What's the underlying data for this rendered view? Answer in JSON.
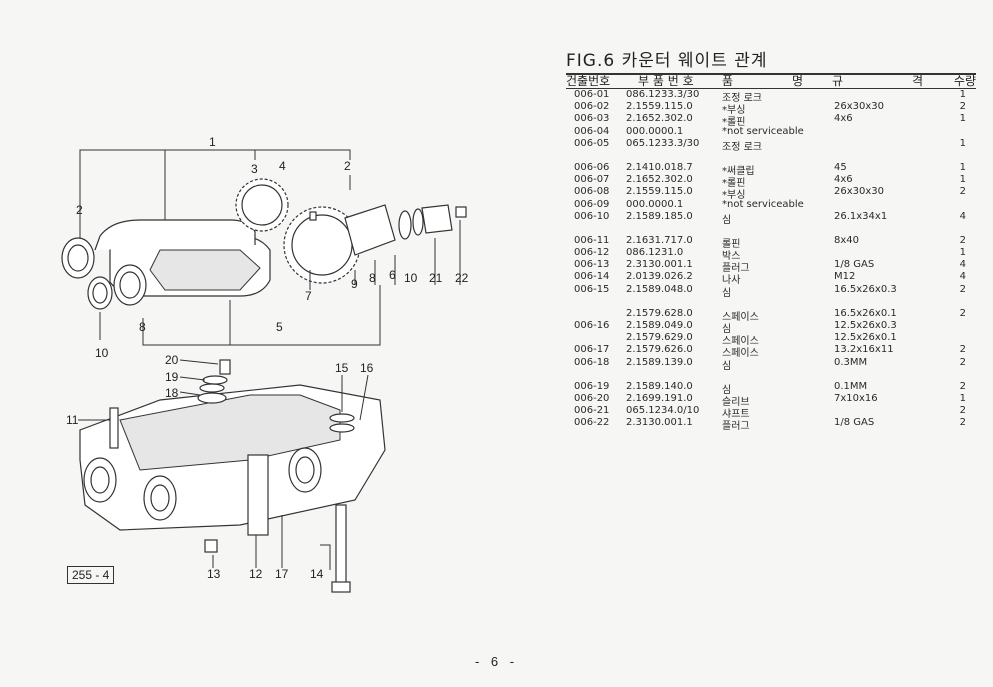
{
  "figure": {
    "title": "FIG.6 카운터 웨이트 관계",
    "ref": "255 - 4",
    "page": "- 6 -"
  },
  "callouts": {
    "c1": "1",
    "c2a": "2",
    "c2b": "2",
    "c3": "3",
    "c4": "4",
    "c5": "5",
    "c6": "6",
    "c7": "7",
    "c8a": "8",
    "c8b": "8",
    "c9": "9",
    "c10a": "10",
    "c10b": "10",
    "c11": "11",
    "c12": "12",
    "c13": "13",
    "c14": "14",
    "c15": "15",
    "c16": "16",
    "c17": "17",
    "c18": "18",
    "c19": "19",
    "c20": "20",
    "c21": "21",
    "c22": "22"
  },
  "table": {
    "headers": {
      "no": "건출번호",
      "pn": "부 품 번 호",
      "name1": "품",
      "name2": "명",
      "spec1": "규",
      "spec2": "격",
      "qty": "수량"
    },
    "group1": [
      {
        "no": "006-01",
        "pn": "086.1233.3/30",
        "name": "조정 로크",
        "spec": "",
        "qty": "1"
      },
      {
        "no": "006-02",
        "pn": "2.1559.115.0",
        "name": "*부싱",
        "spec": "26x30x30",
        "qty": "2"
      },
      {
        "no": "006-03",
        "pn": "2.1652.302.0",
        "name": "*롤핀",
        "spec": "4x6",
        "qty": "1"
      },
      {
        "no": "006-04",
        "pn": "000.0000.1",
        "name": "*not serviceable",
        "spec": "",
        "qty": ""
      },
      {
        "no": "006-05",
        "pn": "065.1233.3/30",
        "name": "조정 로크",
        "spec": "",
        "qty": "1"
      }
    ],
    "group2": [
      {
        "no": "006-06",
        "pn": "2.1410.018.7",
        "name": "*써클립",
        "spec": "45",
        "qty": "1"
      },
      {
        "no": "006-07",
        "pn": "2.1652.302.0",
        "name": "*롤핀",
        "spec": "4x6",
        "qty": "1"
      },
      {
        "no": "006-08",
        "pn": "2.1559.115.0",
        "name": "*부싱",
        "spec": "26x30x30",
        "qty": "2"
      },
      {
        "no": "006-09",
        "pn": "000.0000.1",
        "name": "*not serviceable",
        "spec": "",
        "qty": ""
      },
      {
        "no": "006-10",
        "pn": "2.1589.185.0",
        "name": "심",
        "spec": "26.1x34x1",
        "qty": "4"
      }
    ],
    "group3": [
      {
        "no": "006-11",
        "pn": "2.1631.717.0",
        "name": "롤핀",
        "spec": "8x40",
        "qty": "2"
      },
      {
        "no": "006-12",
        "pn": "086.1231.0",
        "name": "박스",
        "spec": "",
        "qty": "1"
      },
      {
        "no": "006-13",
        "pn": "2.3130.001.1",
        "name": "플러그",
        "spec": "1/8 GAS",
        "qty": "4"
      },
      {
        "no": "006-14",
        "pn": "2.0139.026.2",
        "name": "나사",
        "spec": "M12",
        "qty": "4"
      },
      {
        "no": "006-15",
        "pn": "2.1589.048.0",
        "name": "심",
        "spec": "16.5x26x0.3",
        "qty": "2"
      }
    ],
    "group4": [
      {
        "no": "",
        "pn": "2.1579.628.0",
        "name": "스페이스",
        "spec": "16.5x26x0.1",
        "qty": "2"
      },
      {
        "no": "006-16",
        "pn": "2.1589.049.0",
        "name": "심",
        "spec": "12.5x26x0.3",
        "qty": ""
      },
      {
        "no": "",
        "pn": "2.1579.629.0",
        "name": "스페이스",
        "spec": "12.5x26x0.1",
        "qty": ""
      },
      {
        "no": "006-17",
        "pn": "2.1579.626.0",
        "name": "스페이스",
        "spec": "13.2x16x11",
        "qty": "2"
      },
      {
        "no": "006-18",
        "pn": "2.1589.139.0",
        "name": "심",
        "spec": "0.3MM",
        "qty": "2"
      }
    ],
    "group5": [
      {
        "no": "006-19",
        "pn": "2.1589.140.0",
        "name": "심",
        "spec": "0.1MM",
        "qty": "2"
      },
      {
        "no": "006-20",
        "pn": "2.1699.191.0",
        "name": "슬리브",
        "spec": "7x10x16",
        "qty": "1"
      },
      {
        "no": "006-21",
        "pn": "065.1234.0/10",
        "name": "샤프트",
        "spec": "",
        "qty": "2"
      },
      {
        "no": "006-22",
        "pn": "2.3130.001.1",
        "name": "플러그",
        "spec": "1/8 GAS",
        "qty": "2"
      }
    ]
  }
}
